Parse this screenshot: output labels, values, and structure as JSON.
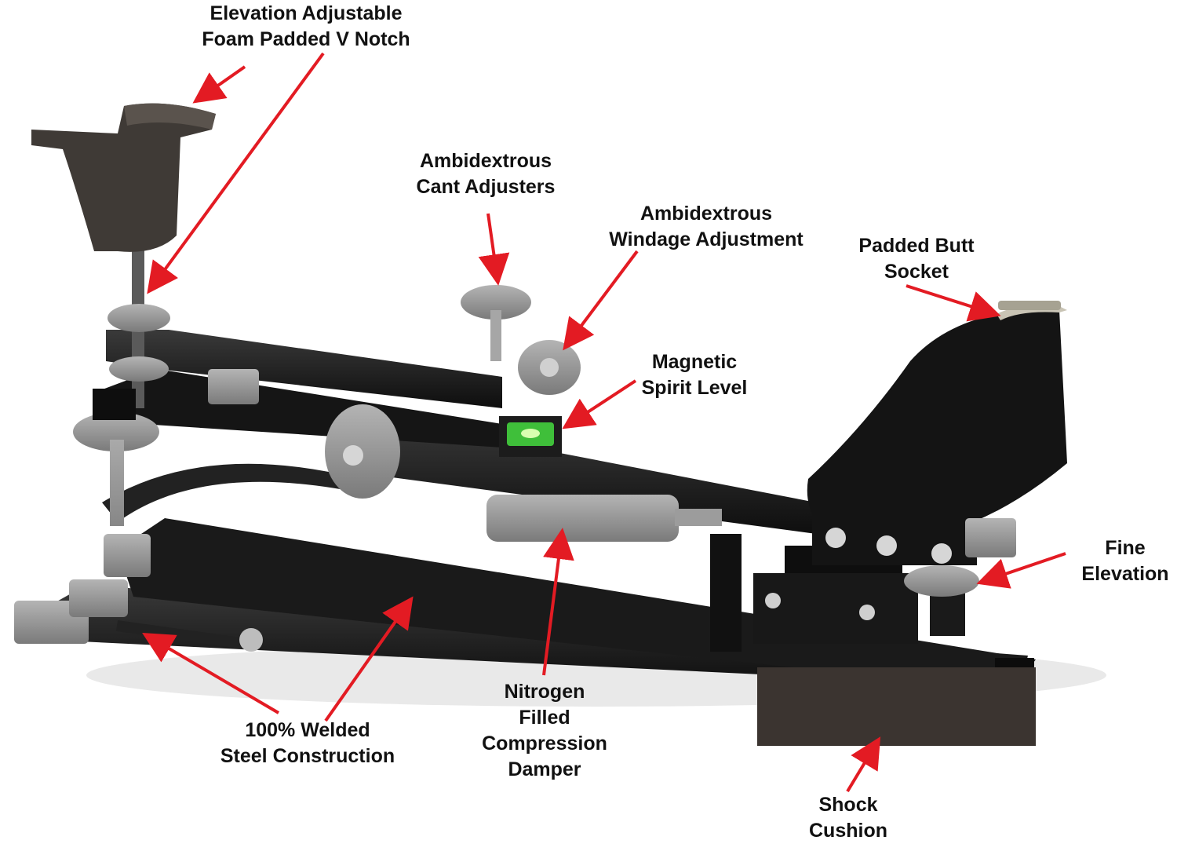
{
  "colors": {
    "arrow": "#e31b23",
    "label": "#111111",
    "frame": "#141414",
    "gray_part": "#8f8f8f",
    "level_green": "#3fbf3a"
  },
  "callouts": {
    "v_notch": [
      "Elevation Adjustable",
      "Foam Padded V Notch"
    ],
    "cant": [
      "Ambidextrous",
      "Cant Adjusters"
    ],
    "windage": [
      "Ambidextrous",
      "Windage Adjustment"
    ],
    "butt_socket": [
      "Padded Butt",
      "Socket"
    ],
    "spirit_level": [
      "Magnetic",
      "Spirit Level"
    ],
    "fine_elevation": [
      "Fine",
      "Elevation"
    ],
    "welded": [
      "100% Welded",
      "Steel Construction"
    ],
    "damper": [
      "Nitrogen",
      "Filled",
      "Compression",
      "Damper"
    ],
    "shock": [
      "Shock",
      "Cushion"
    ]
  }
}
